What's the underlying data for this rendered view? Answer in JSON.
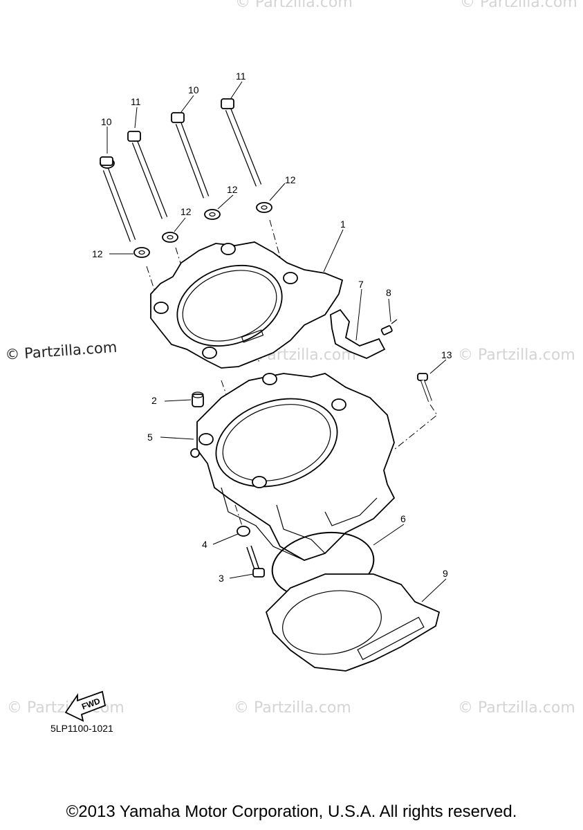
{
  "callouts": {
    "c1": "1",
    "c2": "2",
    "c3": "3",
    "c4": "4",
    "c5": "5",
    "c6": "6",
    "c7": "7",
    "c8": "8",
    "c9": "9",
    "c10a": "10",
    "c10b": "10",
    "c11a": "11",
    "c11b": "11",
    "c12a": "12",
    "c12b": "12",
    "c12c": "12",
    "c12d": "12",
    "c13": "13"
  },
  "watermarks": {
    "main": "© Partzilla.com",
    "faint": "© Partzilla.com"
  },
  "fwd_label": "FWD",
  "diagram_ref": "5LP1100-1021",
  "copyright": "©2013 Yamaha Motor Corporation, U.S.A. All rights reserved."
}
